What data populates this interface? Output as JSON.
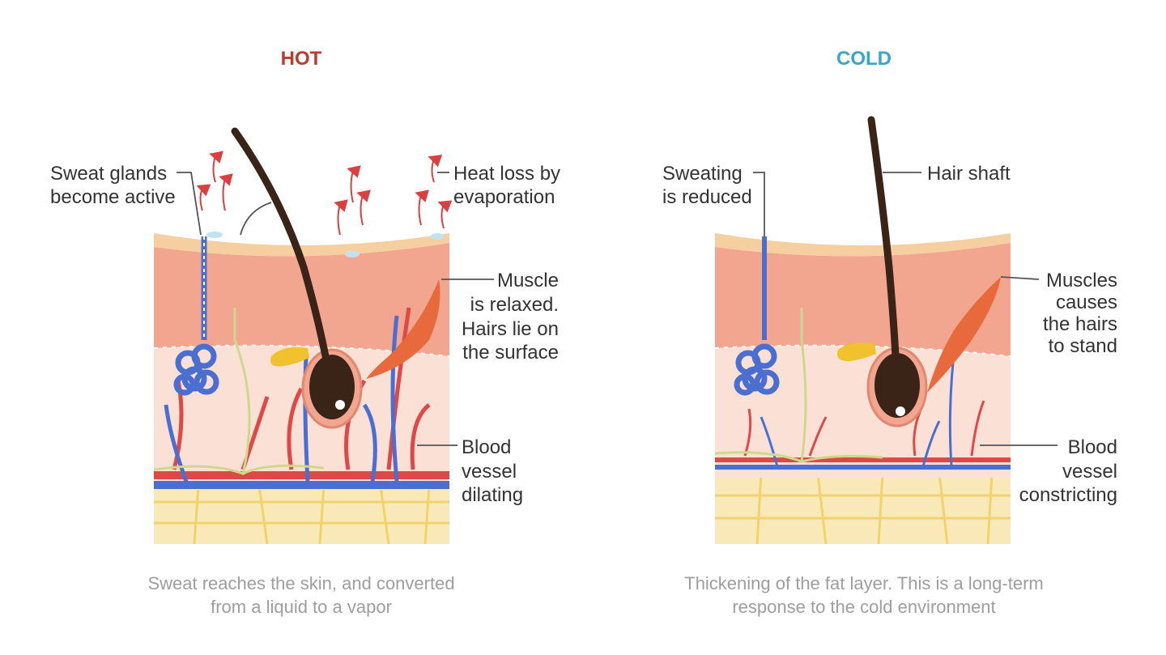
{
  "hot": {
    "title": "HOT",
    "sweat_l1": "Sweat glands",
    "sweat_l2": "become active",
    "heat_l1": "Heat loss by",
    "heat_l2": "evaporation",
    "muscle_l1": "Muscle",
    "muscle_l2": "is relaxed.",
    "muscle_l3": "Hairs lie on",
    "muscle_l4": "the surface",
    "blood_l1": "Blood",
    "blood_l2": "vessel",
    "blood_l3": "dilating",
    "caption_l1": "Sweat reaches the skin, and converted",
    "caption_l2": "from a liquid to a vapor"
  },
  "cold": {
    "title": "COLD",
    "sweat_l1": "Sweating",
    "sweat_l2": "is reduced",
    "hair_label": "Hair shaft",
    "muscle_l1": "Muscles",
    "muscle_l2": "causes",
    "muscle_l3": "the hairs",
    "muscle_l4": "to stand",
    "blood_l1": "Blood",
    "blood_l2": "vessel",
    "blood_l3": "constricting",
    "caption_l1": "Thickening of the fat layer. This is a long-term",
    "caption_l2": "response to the cold environment"
  },
  "colors": {
    "hot_title": "#c0392b",
    "cold_title": "#35a7c9",
    "epidermis": "#f5cfa0",
    "dermis_upper": "#f2a58f",
    "dermis_lower": "#fbe0d6",
    "fat": "#f9e9b8",
    "fat_lines": "#f2d36b",
    "hair": "#3a2418",
    "artery": "#e04848",
    "vein": "#4a6fd0",
    "nerve": "#cfd88a",
    "sebaceous": "#f2c12e"
  }
}
